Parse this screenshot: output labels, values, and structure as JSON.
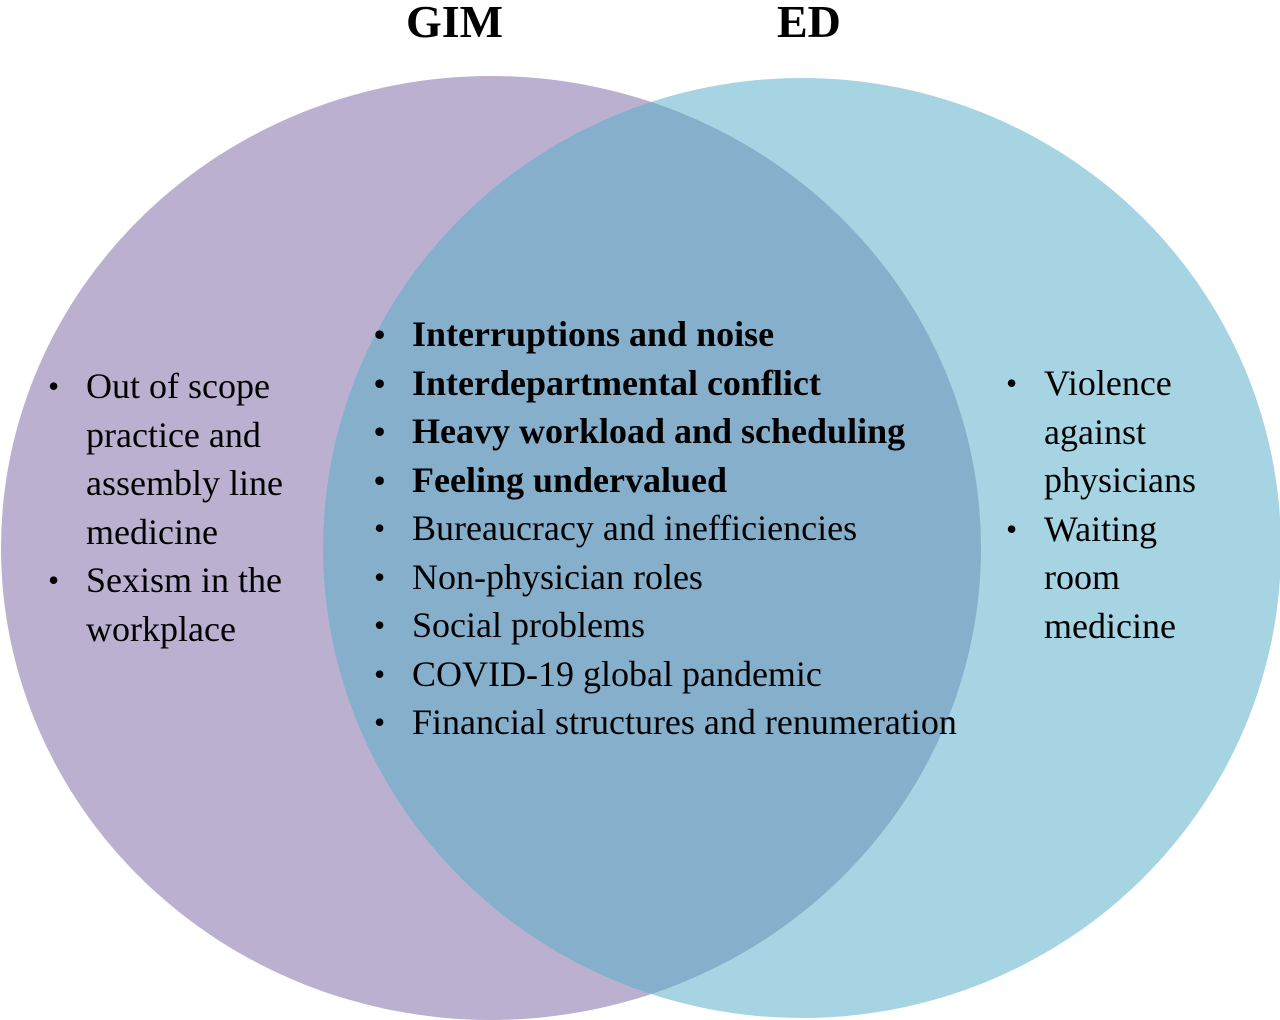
{
  "diagram": {
    "type": "venn",
    "colors": {
      "gim_circle": "#bcb0d1",
      "ed_circle": "#a7d4e2",
      "overlap": "#86afcb",
      "background": "#ffffff",
      "text": "#000000"
    },
    "sets": [
      {
        "id": "gim",
        "title": "GIM",
        "items": [
          {
            "text": "Out of scope practice and assembly line medicine",
            "bold": false
          },
          {
            "text": "Sexism in the workplace",
            "bold": false
          }
        ]
      },
      {
        "id": "ed",
        "title": "ED",
        "items": [
          {
            "text": "Violence against physicians",
            "bold": false
          },
          {
            "text": "Waiting room medicine",
            "bold": false
          }
        ]
      }
    ],
    "intersection": {
      "items": [
        {
          "text": "Interruptions and noise",
          "bold": true
        },
        {
          "text": "Interdepartmental conflict",
          "bold": true
        },
        {
          "text": "Heavy workload and scheduling",
          "bold": true
        },
        {
          "text": "Feeling undervalued",
          "bold": true
        },
        {
          "text": "Bureaucracy and inefficiencies",
          "bold": false
        },
        {
          "text": "Non-physician roles",
          "bold": false
        },
        {
          "text": "Social problems",
          "bold": false
        },
        {
          "text": "COVID-19 global pandemic",
          "bold": false
        },
        {
          "text": "Financial structures and renumeration",
          "bold": false
        }
      ]
    }
  }
}
